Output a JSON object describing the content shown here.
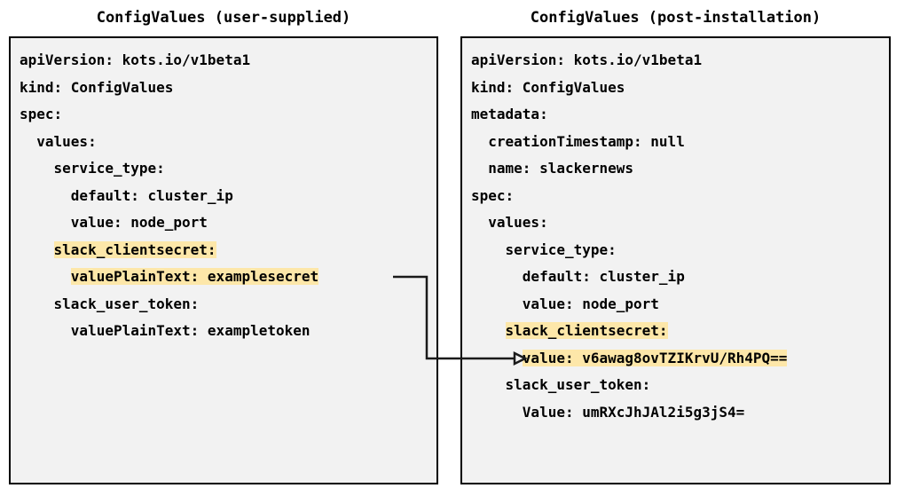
{
  "panels": {
    "left": {
      "title": "ConfigValues (user-supplied)",
      "lines": [
        {
          "text": "apiVersion: kots.io/v1beta1",
          "highlight": false
        },
        {
          "text": "kind: ConfigValues",
          "highlight": false
        },
        {
          "text": "spec:",
          "highlight": false
        },
        {
          "text": "  values:",
          "highlight": false
        },
        {
          "text": "    service_type:",
          "highlight": false
        },
        {
          "text": "      default: cluster_ip",
          "highlight": false
        },
        {
          "text": "      value: node_port",
          "highlight": false
        },
        {
          "text": "    slack_clientsecret:",
          "highlight": true
        },
        {
          "text": "      valuePlainText: examplesecret",
          "highlight": true
        },
        {
          "text": "    slack_user_token:",
          "highlight": false
        },
        {
          "text": "      valuePlainText: exampletoken",
          "highlight": false
        }
      ]
    },
    "right": {
      "title": "ConfigValues (post-installation)",
      "lines": [
        {
          "text": "apiVersion: kots.io/v1beta1",
          "highlight": false
        },
        {
          "text": "kind: ConfigValues",
          "highlight": false
        },
        {
          "text": "metadata:",
          "highlight": false
        },
        {
          "text": "  creationTimestamp: null",
          "highlight": false
        },
        {
          "text": "  name: slackernews",
          "highlight": false
        },
        {
          "text": "spec:",
          "highlight": false
        },
        {
          "text": "  values:",
          "highlight": false
        },
        {
          "text": "    service_type:",
          "highlight": false
        },
        {
          "text": "      default: cluster_ip",
          "highlight": false
        },
        {
          "text": "      value: node_port",
          "highlight": false
        },
        {
          "text": "    slack_clientsecret:",
          "highlight": true
        },
        {
          "text": "      value: v6awag8ovTZIKrvU/Rh4PQ==",
          "highlight": true
        },
        {
          "text": "    slack_user_token:",
          "highlight": false
        },
        {
          "text": "      Value: umRXcJhJAl2i5g3jS4=",
          "highlight": false
        }
      ]
    }
  },
  "connector": {
    "description": "arrow from user-supplied slack_clientsecret valuePlainText to post-installation slack_clientsecret value"
  },
  "colors": {
    "highlight": "#fde7a9",
    "panel_background": "#f2f2f2",
    "border": "#000000",
    "text": "#000000",
    "page_background": "#ffffff"
  }
}
